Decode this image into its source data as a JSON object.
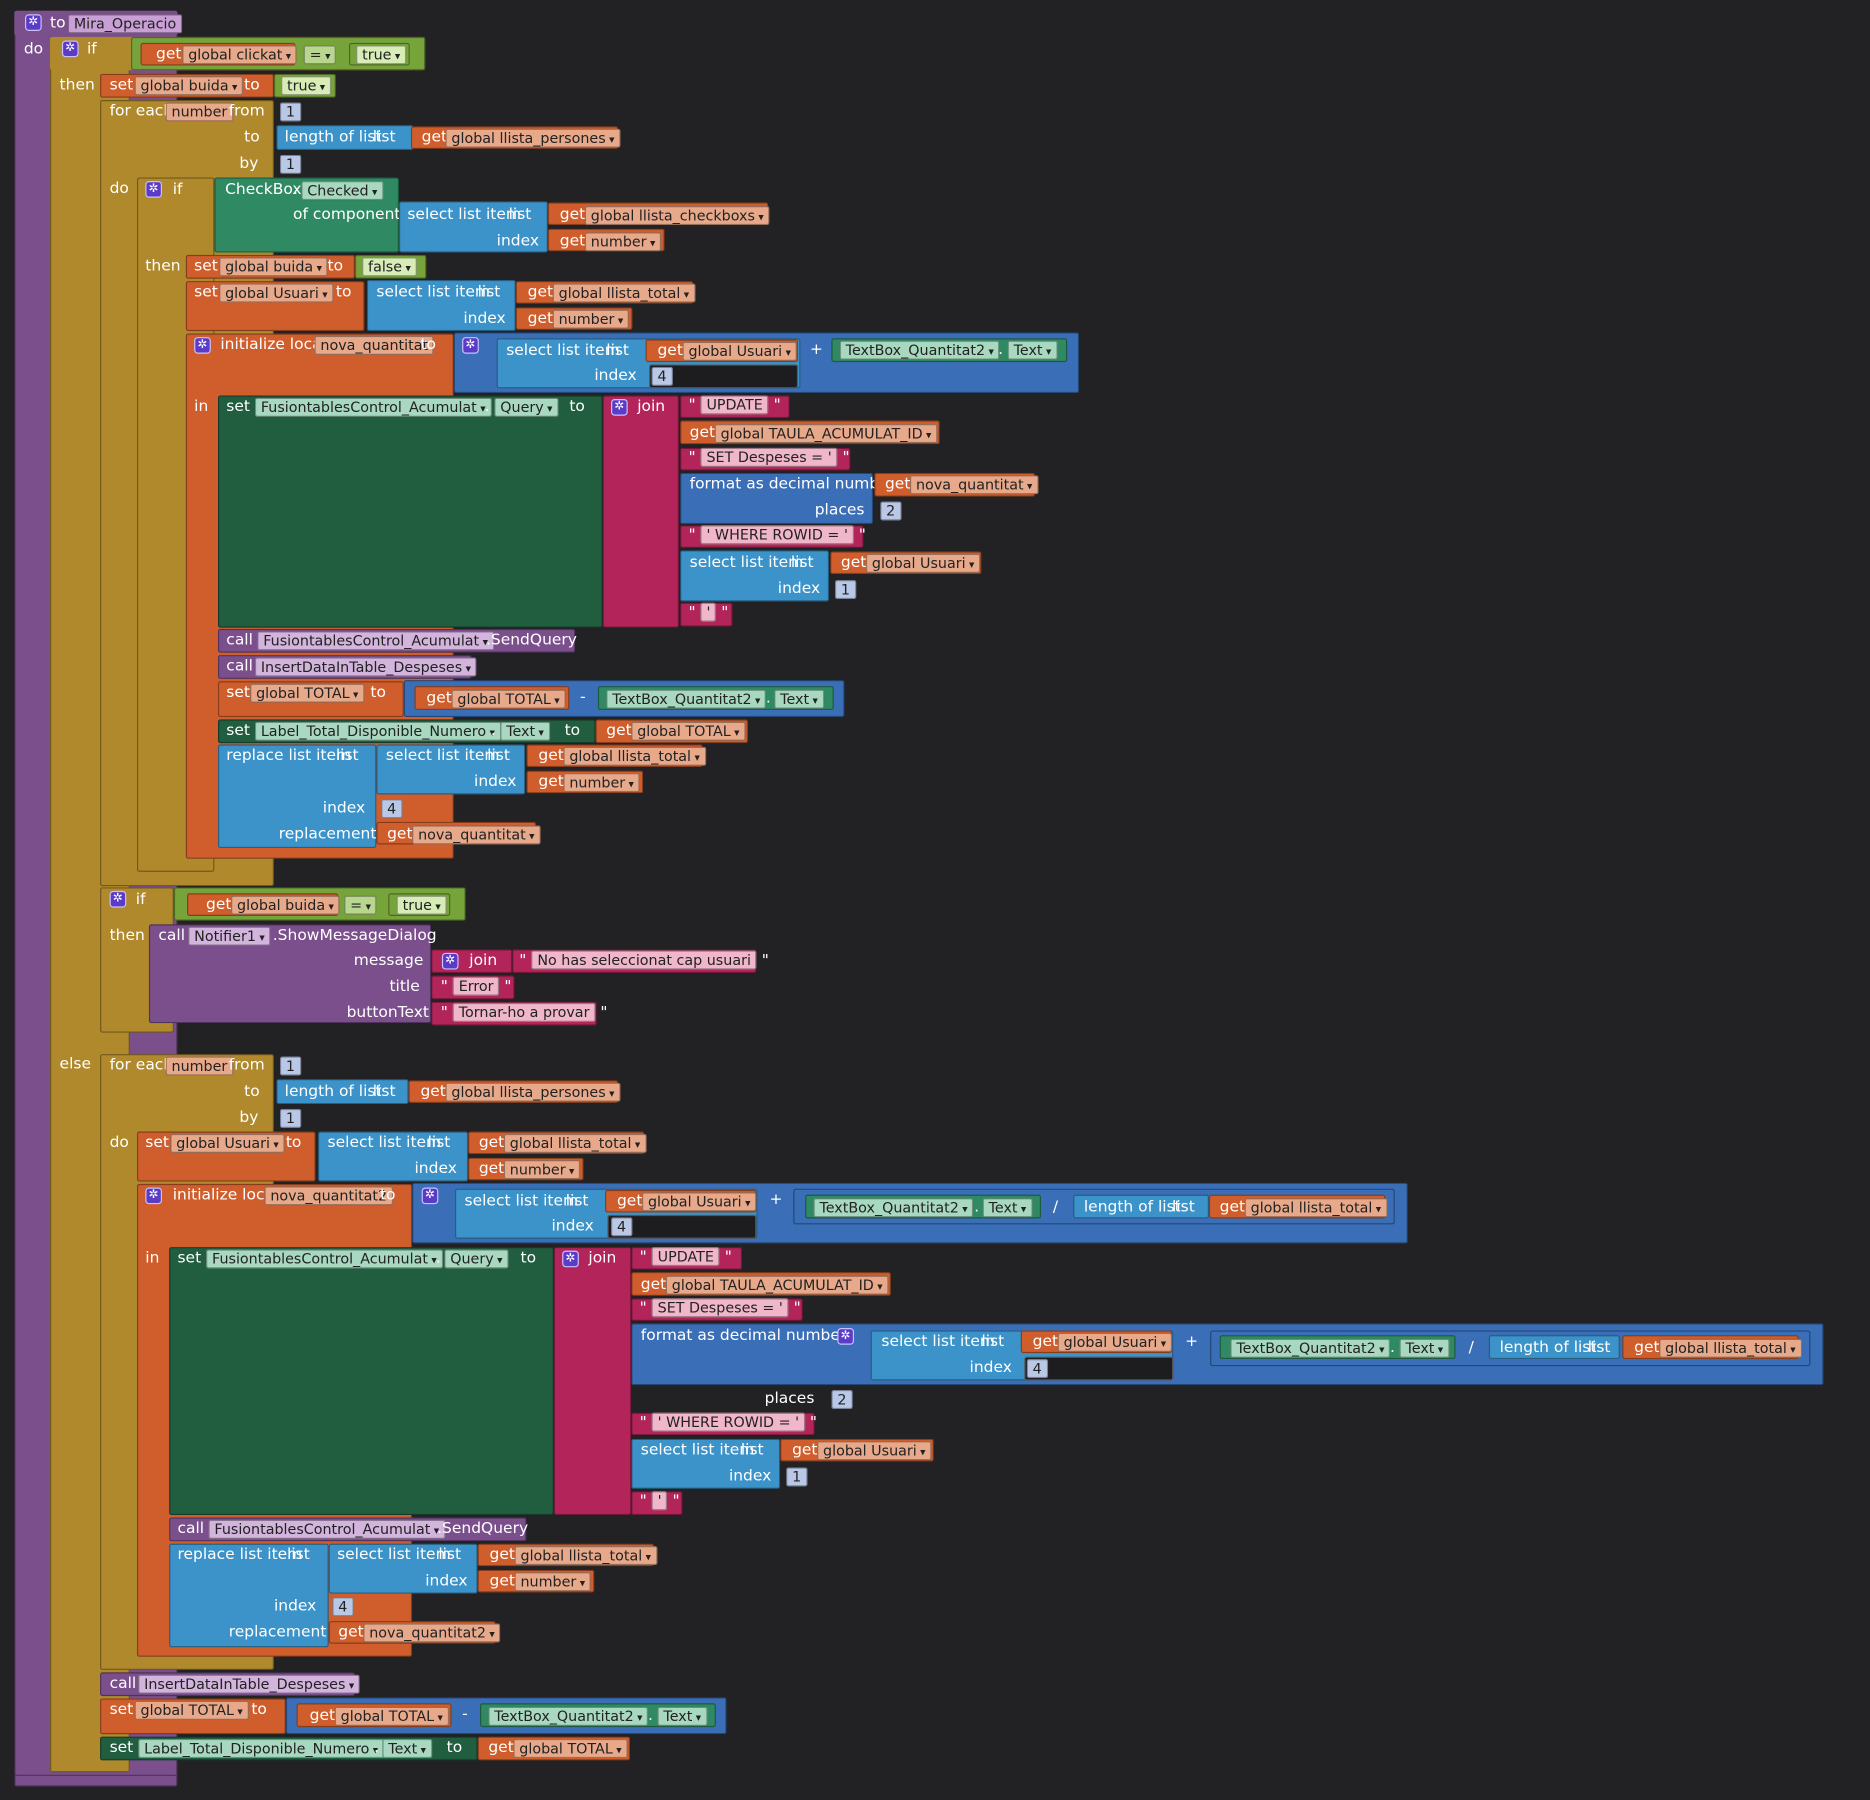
{
  "procedure": {
    "to_label": "to",
    "name": "Mira_Operacio",
    "do_label": "do"
  },
  "kw": {
    "if": "if",
    "then": "then",
    "else": "else",
    "do": "do",
    "in": "in",
    "get": "get",
    "set": "set",
    "to": "to",
    "call": "call",
    "join": "join",
    "for_each": "for each",
    "from": "from",
    "by": "by",
    "length_of_list": "length of list",
    "list": "list",
    "select_list_item": "select list item",
    "index": "index",
    "initialize_local": "initialize local",
    "of_component": "of component",
    "format_decimal": "format as decimal number",
    "places": "places",
    "replace_list_item": "replace list item",
    "replacement": "replacement",
    "message": "message",
    "title": "title",
    "buttonText": "buttonText",
    "eq": "=",
    "plus": "+",
    "minus": "-",
    "div": "/",
    "dot": ".",
    "quote": "\""
  },
  "vars": {
    "clickat": "global clickat",
    "buida": "global buida",
    "number": "number",
    "llista_persones": "global llista_persones",
    "llista_checkboxs": "global llista_checkboxs",
    "usuari": "global Usuari",
    "llista_total": "global llista_total",
    "nova_quantitat": "nova_quantitat",
    "nova_quantitat2": "nova_quantitat2",
    "taula_id": "global TAULA_ACUMULAT_ID",
    "total": "global TOTAL"
  },
  "values": {
    "true": "true",
    "false": "false",
    "one": "1",
    "two": "2",
    "four": "4"
  },
  "components": {
    "checkbox": "CheckBox",
    "checked": "Checked",
    "textbox_q2": "TextBox_Quantitat2",
    "text": "Text",
    "fusion": "FusiontablesControl_Acumulat",
    "query": "Query",
    "sendquery": ".SendQuery",
    "insert": "InsertDataInTable_Despeses",
    "label_total": "Label_Total_Disponible_Numero",
    "notifier": "Notifier1",
    "showdialog": ".ShowMessageDialog"
  },
  "strings": {
    "update": "UPDATE",
    "set_despeses": "SET Despeses = '",
    "where_rowid": "' WHERE ROWID = '",
    "apos": "'",
    "no_user": "No has seleccionat cap usuari",
    "error": "Error",
    "retry": "Tornar-ho a provar"
  },
  "colors": {
    "procedure": "#7a4f8c",
    "control": "#b0892c",
    "logic": "#76a33a",
    "variable": "#d05e2c",
    "list": "#3c93c9",
    "math": "#3a6eb6",
    "text": "#b3255a",
    "component_getter": "#2f8a63",
    "component_setter": "#215d3f",
    "call": "#7a4f8c",
    "background": "#222224"
  }
}
